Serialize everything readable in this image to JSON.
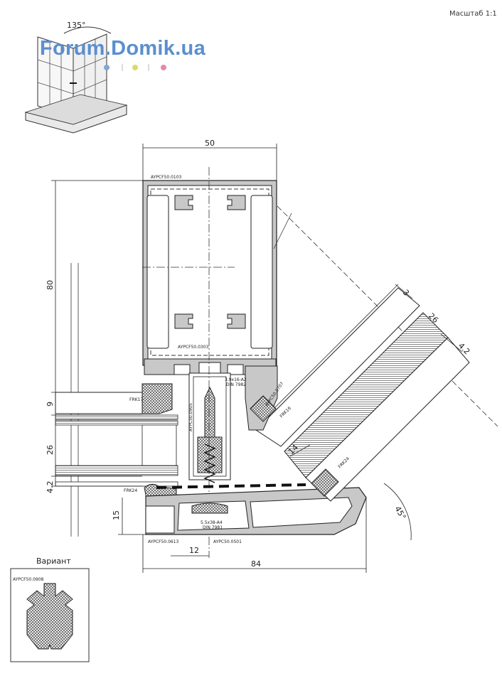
{
  "header": {
    "scale_label": "Масштаб 1:1"
  },
  "watermark": {
    "text": "Forum.Domik.ua",
    "dot_colors": [
      "#7fa7dc",
      "#d6dc6a",
      "#e58aa6"
    ]
  },
  "corner_icon": {
    "angle_label": "135°"
  },
  "dimensions": {
    "width_top": "50",
    "height_main": "80",
    "glass_gap": "9",
    "glass_thick_left": "26",
    "seal_left": "4.2",
    "bottom_left": "15",
    "bottom_offset": "12",
    "width_bottom": "84",
    "glass_right_3": "3",
    "glass_right_26": "26",
    "glass_right_42": "4.2",
    "glass_right_14": "14",
    "angle": "45°"
  },
  "parts": {
    "top_profile": "AYPCF50.0103",
    "inner_profile": "AYPCF50.0303",
    "clamp_right": "AYPC50.0707",
    "seal_left_top": "FRK17",
    "seal_right_top": "FRK16",
    "seal_left_bottom": "FRK24",
    "seal_right_bottom": "FRK24",
    "vertical_insert": "AYPC50.0905",
    "screw_top": "3.9x16-A2",
    "screw_top_std": "DIN 7982",
    "screw_bottom": "5.5x38-A4",
    "screw_bottom_std": "DIN 7981",
    "bottom_left_part": "AYPCF50.0613",
    "bottom_center_part": "AYPC50.0501"
  },
  "variant": {
    "label": "Вариант",
    "part": "AYPCF50.0908"
  }
}
